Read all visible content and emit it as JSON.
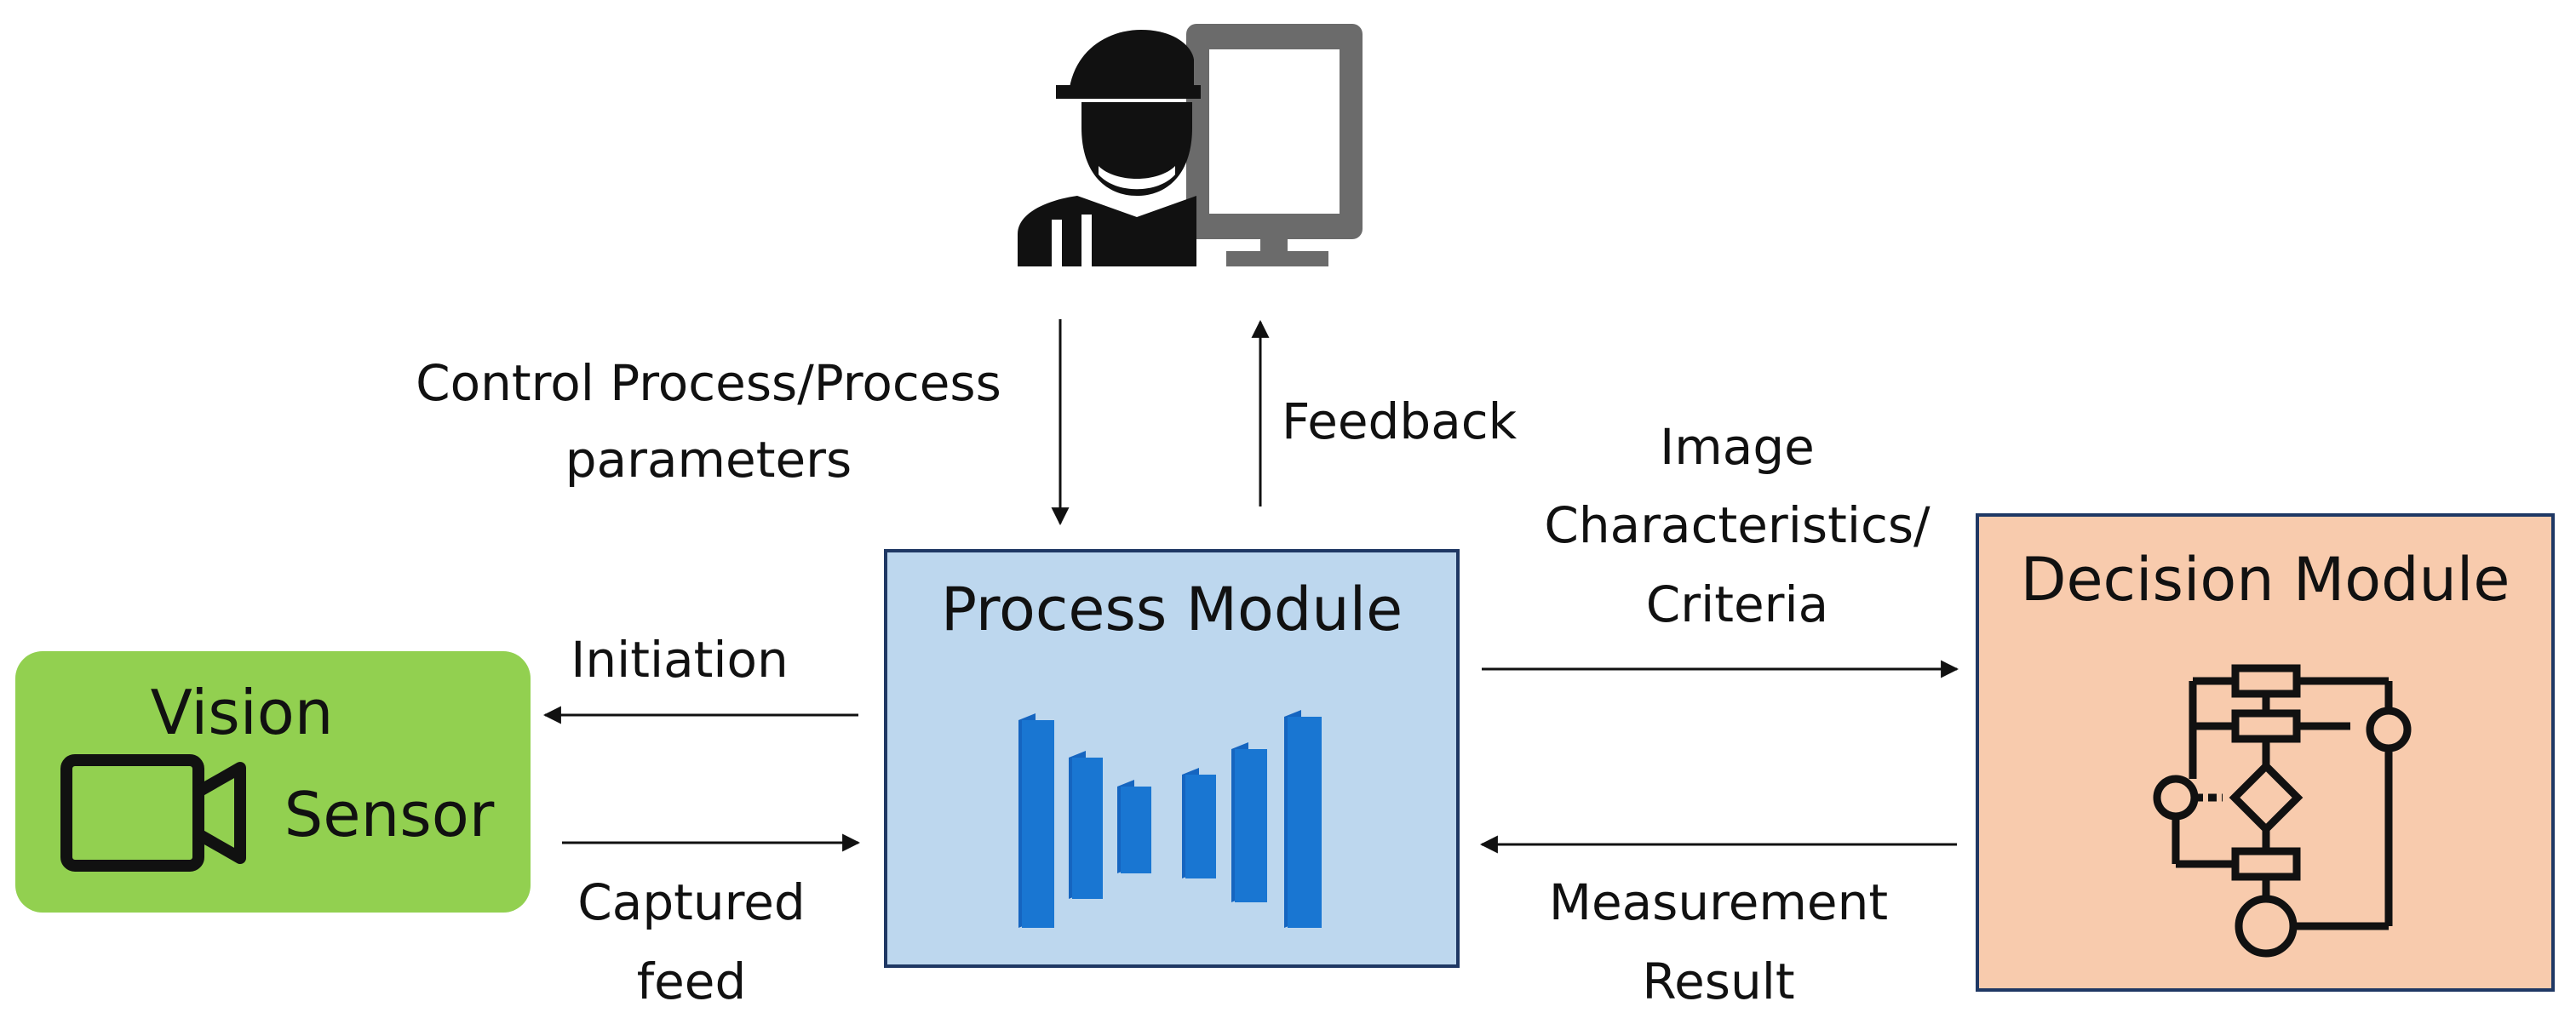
{
  "operator": {
    "icon": "operator-at-monitor-icon"
  },
  "arrows": {
    "control_line1": "Control Process/Process",
    "control_line2": "parameters",
    "feedback": "Feedback",
    "image_line1": "Image",
    "image_line2": "Characteristics/",
    "image_line3": "Criteria",
    "measurement_line1": "Measurement",
    "measurement_line2": "Result",
    "initiation": "Initiation",
    "captured_line1": "Captured",
    "captured_line2": "feed"
  },
  "vision_sensor": {
    "title_line1": "Vision",
    "title_line2": "Sensor",
    "icon": "video-camera-icon",
    "fill": "#92d050"
  },
  "process_module": {
    "title": "Process Module",
    "icon": "encoder-decoder-network-icon",
    "fill": "#bdd7ee"
  },
  "decision_module": {
    "title": "Decision Module",
    "icon": "flowchart-icon",
    "fill": "#f8cbad"
  }
}
